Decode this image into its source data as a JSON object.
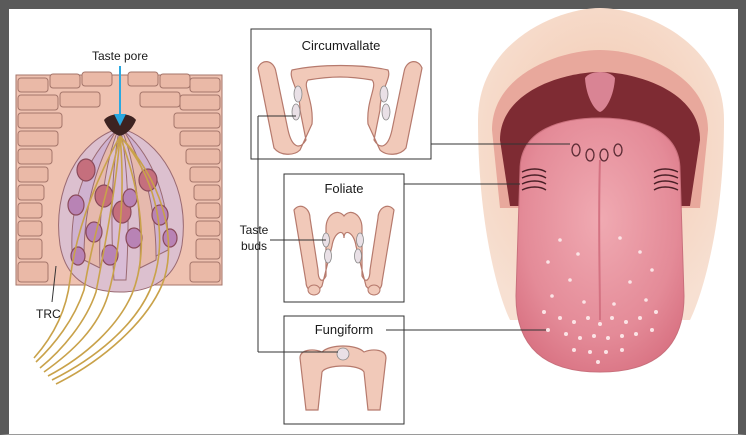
{
  "labels": {
    "taste_pore": "Taste pore",
    "trc": "TRC",
    "taste_buds_line1": "Taste",
    "taste_buds_line2": "buds",
    "circumvallate": "Circumvallate",
    "foliate": "Foliate",
    "fungiform": "Fungiform"
  },
  "colors": {
    "frame": "#5a5a5a",
    "cell_fill": "#e9bba8",
    "cell_stroke": "#a4756a",
    "papilla_fill": "#f1c9b9",
    "tongue_fill": "#e58e9a",
    "throat_fill": "#7e2b33",
    "nerve": "#c9a24a",
    "arrow": "#29a8e0"
  }
}
